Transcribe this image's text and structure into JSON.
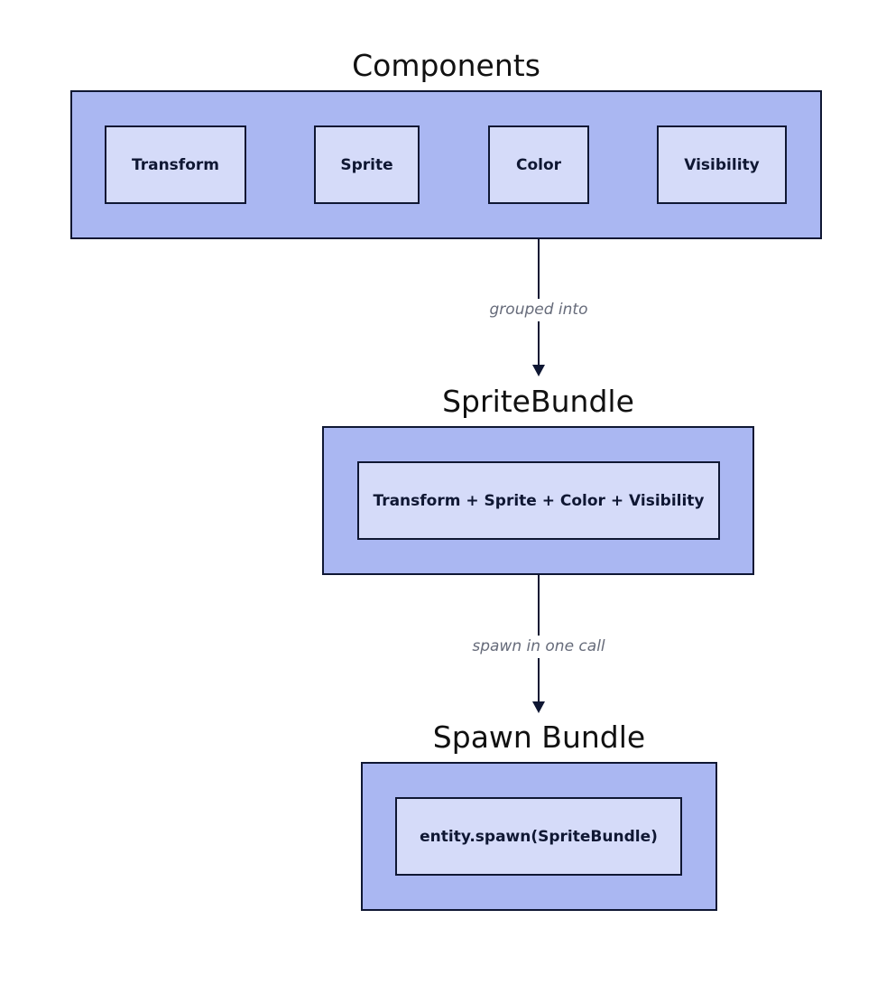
{
  "groups": {
    "components": {
      "title": "Components",
      "nodes": [
        "Transform",
        "Sprite",
        "Color",
        "Visibility"
      ]
    },
    "sprite_bundle": {
      "title": "SpriteBundle",
      "node": "Transform + Sprite + Color + Visibility"
    },
    "spawn_bundle": {
      "title": "Spawn Bundle",
      "node": "entity.spawn(SpriteBundle)"
    }
  },
  "edges": [
    {
      "from": "Components",
      "to": "SpriteBundle",
      "label": "grouped into"
    },
    {
      "from": "SpriteBundle",
      "to": "Spawn Bundle",
      "label": "spawn in one call"
    }
  ],
  "colors": {
    "group_fill": "#aab7f2",
    "node_fill": "#d5dbf9",
    "stroke": "#0f1733",
    "edge_label": "#666b7a"
  }
}
